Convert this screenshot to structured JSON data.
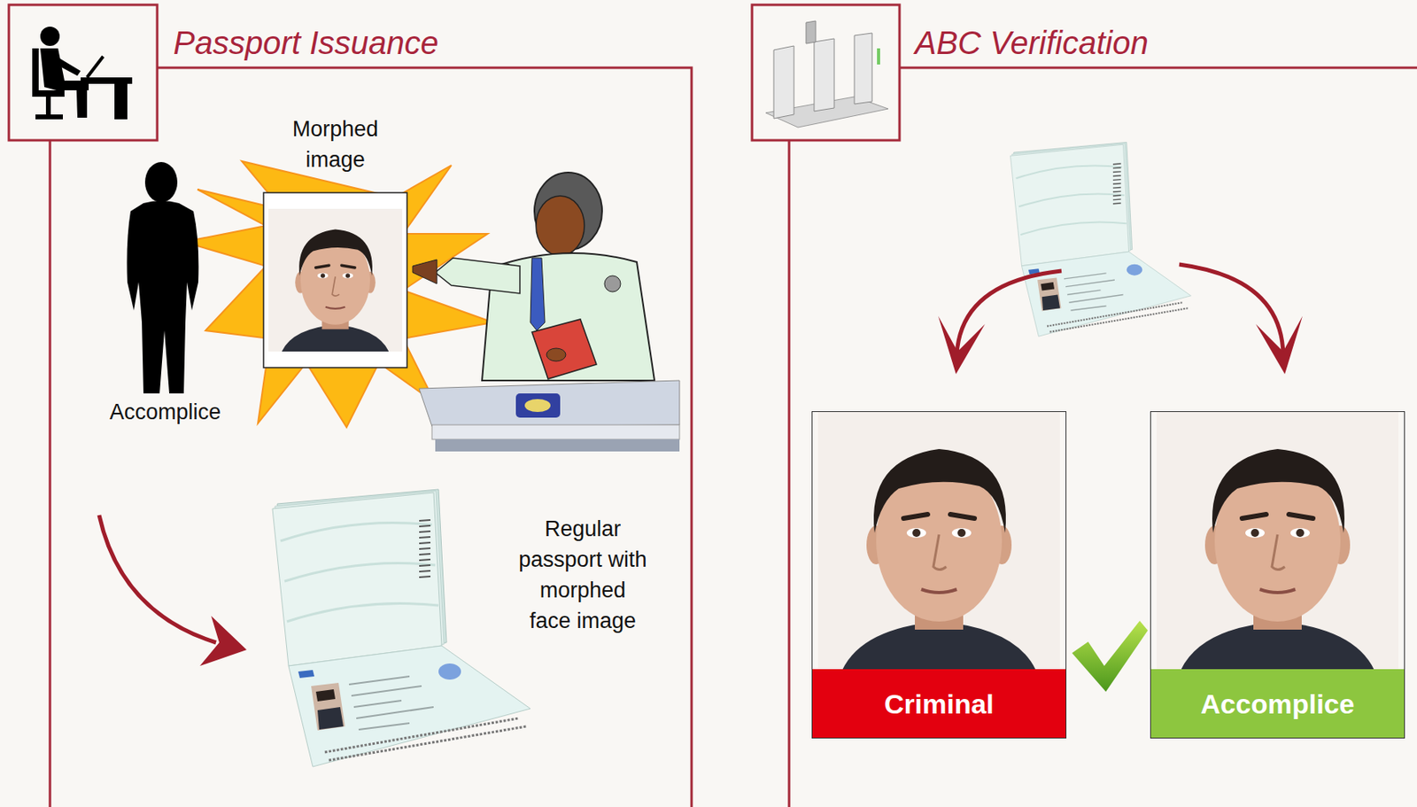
{
  "diagram": {
    "nodes": [
      {
        "text": [
          "Passport Issuance"
        ]
      },
      {
        "text": [
          "ABC Verification"
        ]
      },
      {
        "text": [
          "Criminal"
        ],
        "in": 1
      },
      {
        "text": [
          "Accomplice"
        ],
        "in": 1
      }
    ],
    "labels": [
      "Morphed image",
      "Accomplice",
      "Regular passport with morphed face image"
    ]
  }
}
